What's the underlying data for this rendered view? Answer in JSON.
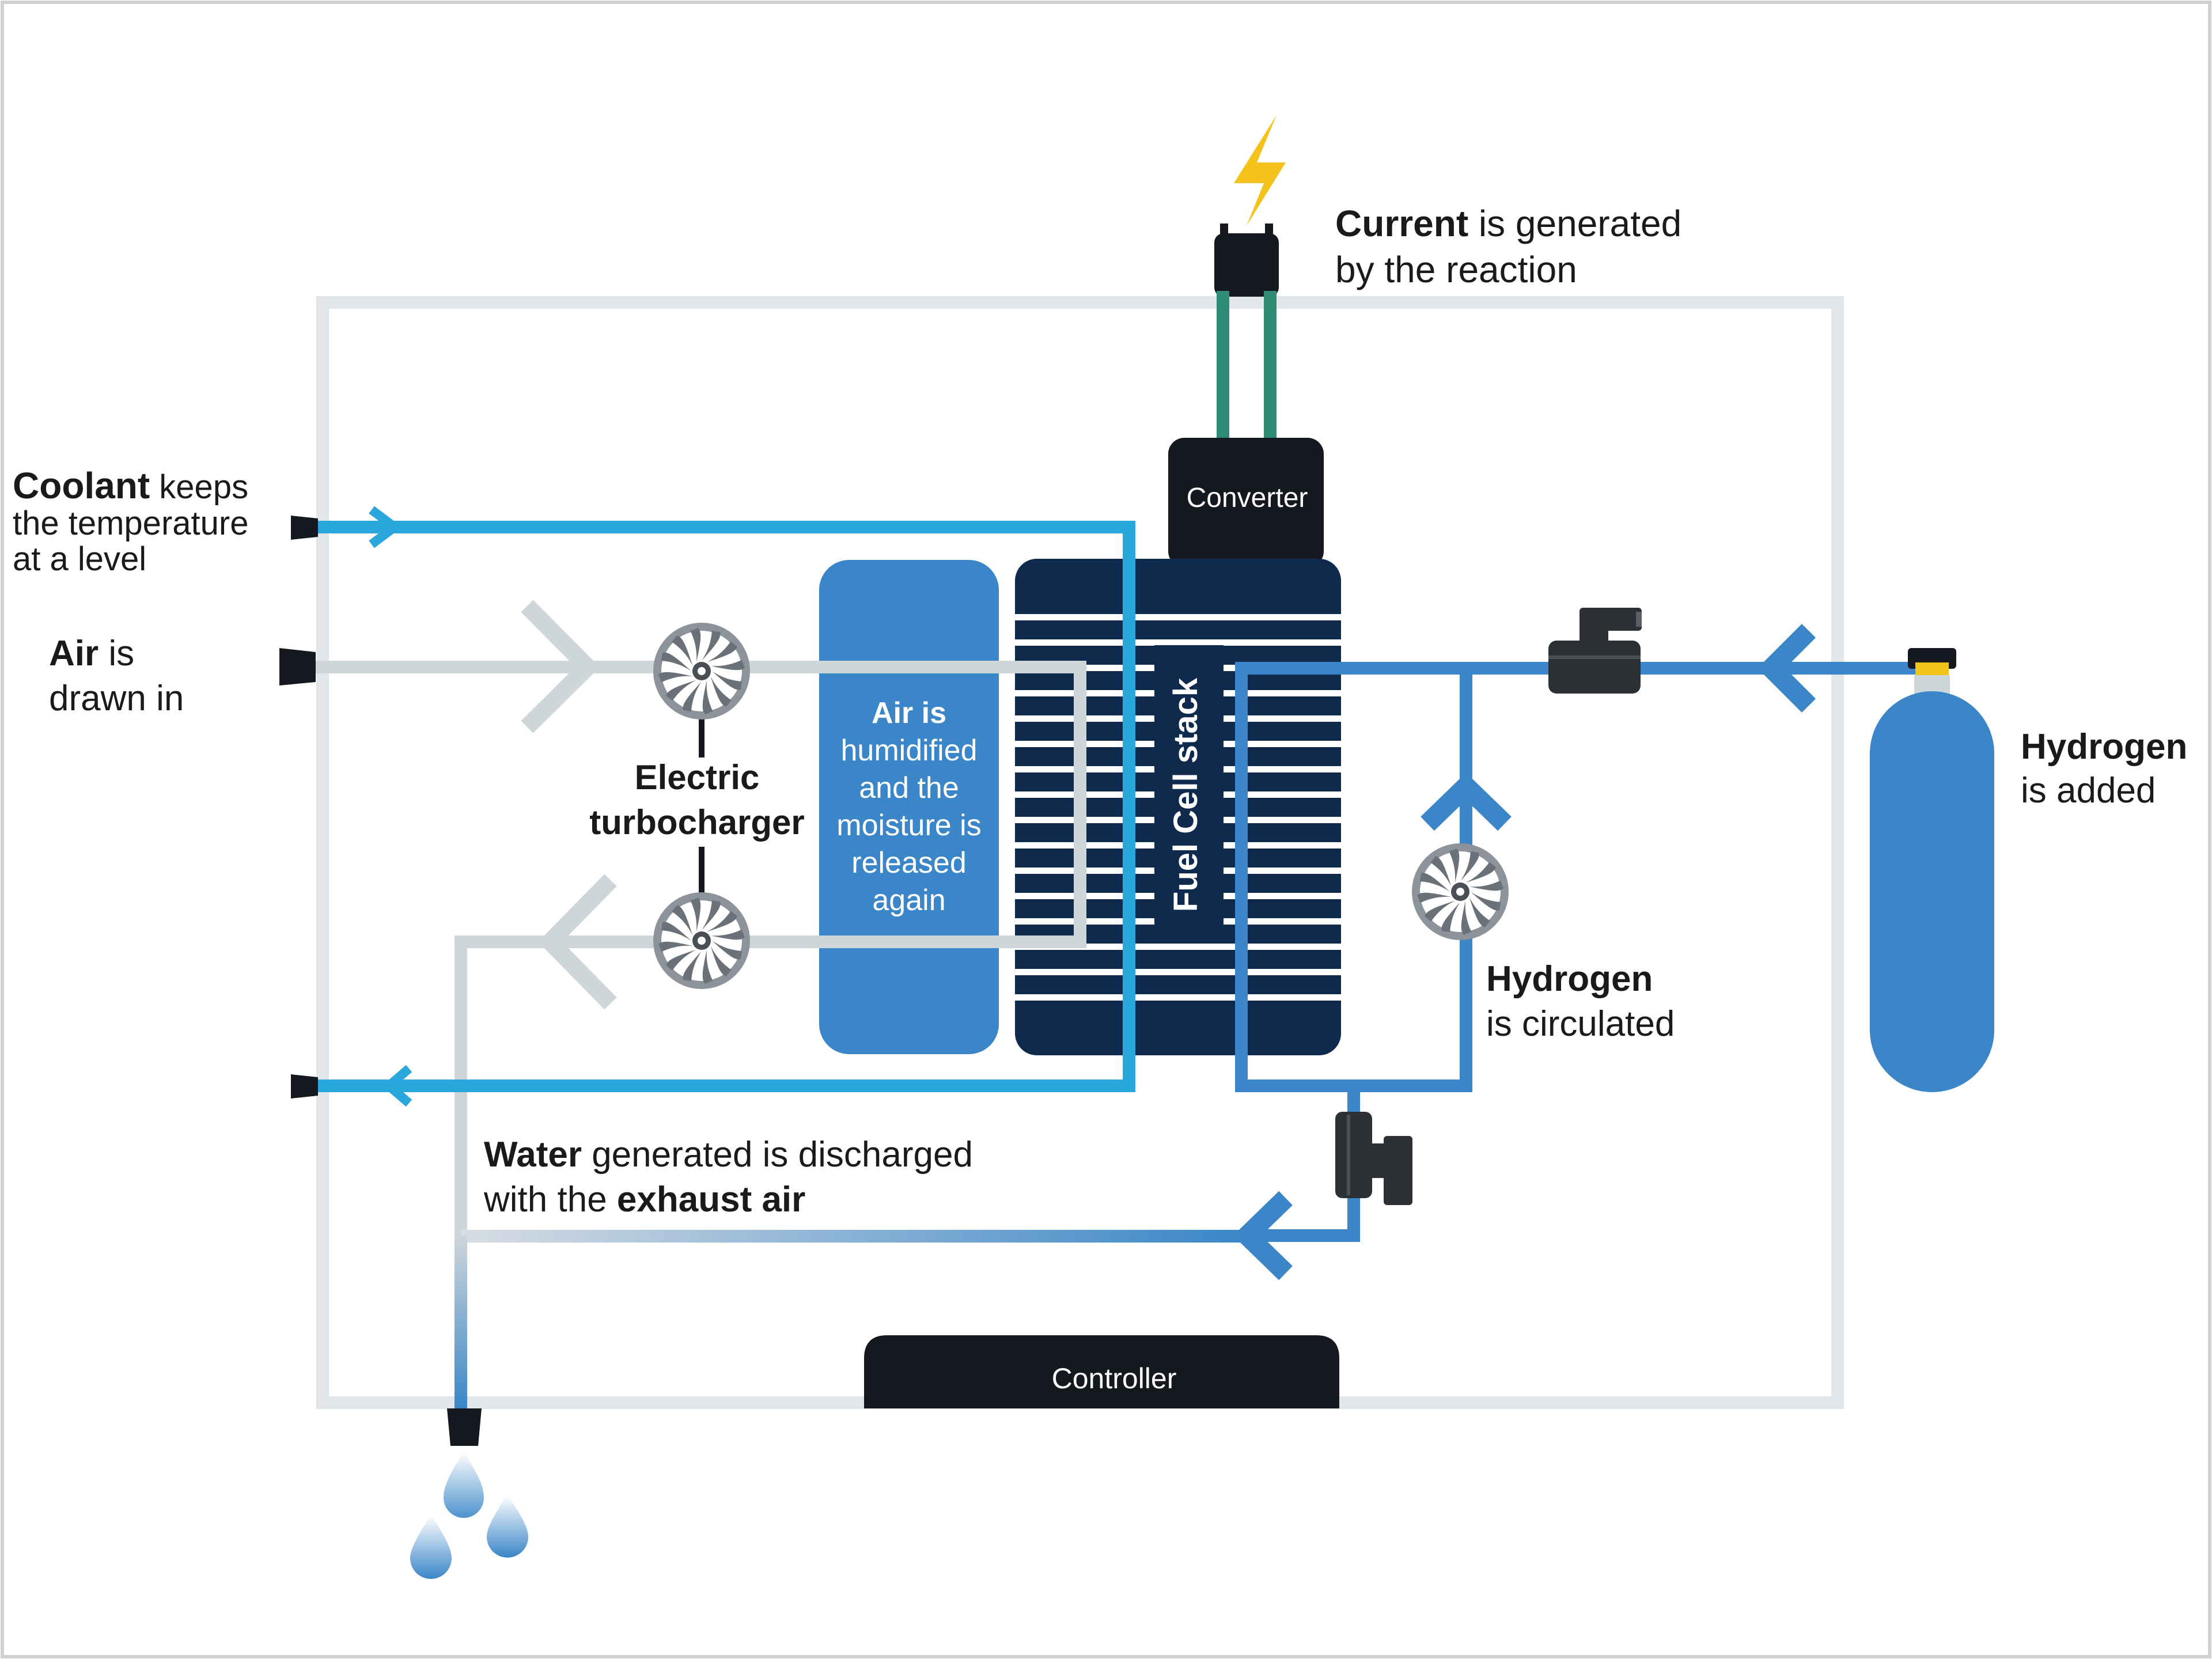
{
  "labels": {
    "current": {
      "bold": "Current",
      "rest": " is generated",
      "line2": "by the reaction"
    },
    "coolant": {
      "bold": "Coolant",
      "rest": " keeps",
      "line2": "the temperature",
      "line3": "at a level"
    },
    "air": {
      "bold": "Air",
      "rest": " is",
      "line2": "drawn in"
    },
    "turbocharger": {
      "line1": "Electric",
      "line2": "turbocharger"
    },
    "humidifier": {
      "line1": "Air is",
      "line2": "humidified",
      "line3": "and the",
      "line4": "moisture is",
      "line5": "released",
      "line6": "again"
    },
    "stack": "Fuel Cell stack",
    "converter": "Converter",
    "controller": "Controller",
    "hydrogen_added": {
      "bold": "Hydrogen",
      "line2": "is added"
    },
    "hydrogen_circulated": {
      "bold": "Hydrogen",
      "line2": "is circulated"
    },
    "water": {
      "bold1": "Water",
      "rest1": " generated is discharged",
      "plain2": "with the ",
      "bold2": "exhaust air"
    }
  },
  "icons": {
    "lightning": "lightning-bolt-icon",
    "fan": "turbine-fan-icon",
    "valve": "valve-icon",
    "tank": "hydrogen-tank-icon",
    "drop": "water-drop-icon"
  },
  "colors": {
    "coolant": "#2aa7dc",
    "hydrogen": "#3a86c8",
    "air": "#cfd6da",
    "stack": "#0f2a4d",
    "humidifier": "#3a86c8",
    "dark_box": "#15191f",
    "frame": "#e3e6e8",
    "wire": "#2e8b74",
    "bolt": "#f5c21b",
    "tank_cap": "#f0c419"
  }
}
